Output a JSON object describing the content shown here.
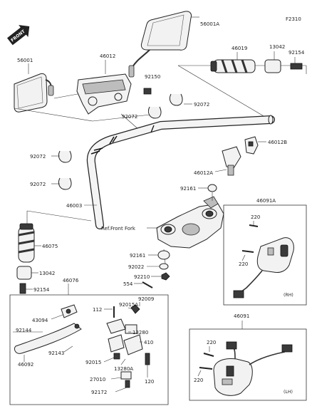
{
  "diagram_code": "F2310",
  "front_badge": "FRONT",
  "ref_note": "Ref.Front Fork",
  "rh_tag": "(RH)",
  "lh_tag": "(LH)",
  "labels": {
    "p56001A": "56001A",
    "p56001": "56001",
    "p46012": "46012",
    "p46019": "46019",
    "p13042_top": "13042",
    "p92154_top": "92154",
    "p92150": "92150",
    "p92072_a": "92072",
    "p92072_b": "92072",
    "p92072_c": "92072",
    "p92072_d": "92072",
    "p46012B": "46012B",
    "p46012A": "46012A",
    "p92161_a": "92161",
    "p46003": "46003",
    "p46075": "46075",
    "p13042_left": "13042",
    "p92154_left": "92154",
    "p46091A": "46091A",
    "p220_a": "220",
    "p220_b": "220",
    "p92161_b": "92161",
    "p92022": "92022",
    "p92210": "92210",
    "p554": "554",
    "p46076": "46076",
    "p92009": "92009",
    "p112": "112",
    "p92015A": "92015A",
    "p43094": "43094",
    "p13280": "13280",
    "p92144": "92144",
    "p410": "410",
    "p92143": "92143",
    "p46092": "46092",
    "p92015": "92015",
    "p13280A": "13280A",
    "p27010": "27010",
    "p120": "120",
    "p92172": "92172",
    "p46091": "46091",
    "p220_c": "220",
    "p220_d": "220"
  },
  "colors": {
    "line": "#333333",
    "part_fill": "#f2f2f2",
    "dark_fill": "#3a3a3a"
  }
}
